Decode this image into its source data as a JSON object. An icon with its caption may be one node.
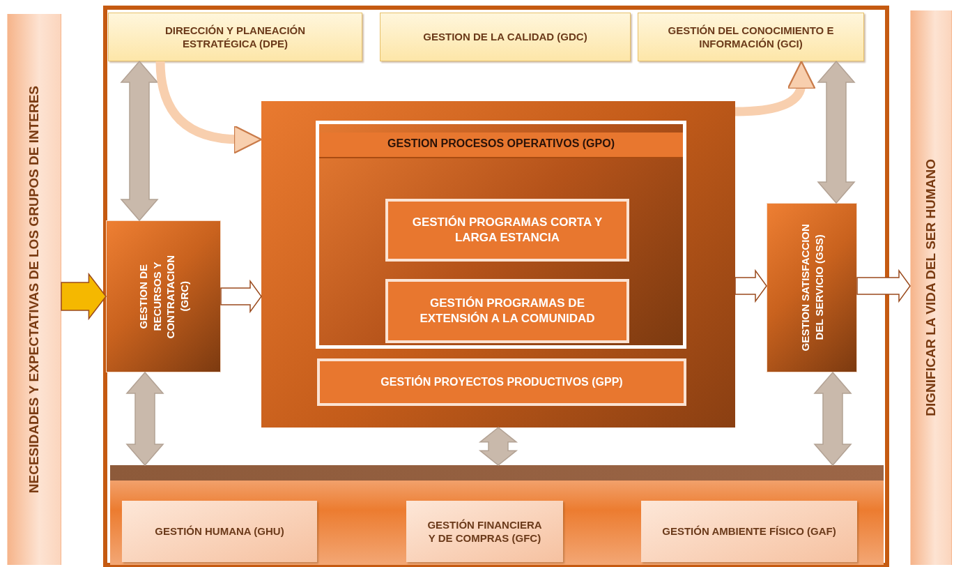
{
  "diagram": {
    "nodes": [
      {
        "text": [
          "NECESIDADES Y EXPECTATIVAS  DE LOS GRUPOS DE INTERES"
        ]
      },
      {
        "text": [],
        "shape": "box"
      },
      {
        "text": [
          "DIRECCIÓN Y PLANEACIÓN ESTRATÉGICA (DPE)"
        ],
        "in": 1
      },
      {
        "text": [
          "GESTION DE LA CALIDAD (GDC)"
        ],
        "in": 1
      },
      {
        "text": [
          "GESTIÓN DEL CONOCIMIENTO E INFORMACIÓN (GCI)"
        ],
        "in": 1
      },
      {
        "text": [
          "GESTION DE RECURSOS Y CONTRATACION (GRC)"
        ],
        "in": 1
      },
      {
        "text": [],
        "shape": "box",
        "in": 1
      },
      {
        "text": [
          "GESTION PROCESOS OPERATIVOS (GPO)"
        ],
        "in": 6
      },
      {
        "text": [
          "GESTIÓN PROGRAMAS CORTA Y LARGA ESTANCIA"
        ],
        "in": 7
      },
      {
        "text": [
          "GESTIÓN PROGRAMAS DE EXTENSIÓN A LA COMUNIDAD"
        ],
        "in": 7
      },
      {
        "text": [
          "GESTIÓN PROYECTOS PRODUCTIVOS (GPP)"
        ],
        "in": 6
      },
      {
        "text": [
          "GESTION SATISFACCION DEL SERVICIO (GSS)"
        ],
        "in": 1
      },
      {
        "text": [],
        "shape": "box",
        "in": 1
      },
      {
        "text": [
          "GESTIÓN HUMANA (GHU)"
        ],
        "in": 12
      },
      {
        "text": [
          "GESTIÓN FINANCIERA Y DE COMPRAS (GFC)"
        ],
        "in": 12
      },
      {
        "text": [
          "GESTIÓN AMBIENTE FÍSICO (GAF)"
        ],
        "in": 12
      },
      {
        "text": [
          "DIGNIFICAR LA VIDA DEL SER HUMANO"
        ]
      }
    ],
    "edges": [
      {
        "from": 0,
        "to": 5,
        "arrow": "to",
        "color": "#f5b800"
      },
      {
        "from": 5,
        "to": 6,
        "arrow": "to",
        "color": "#ffffff"
      },
      {
        "from": 6,
        "to": 11,
        "arrow": "to",
        "color": "#ffffff"
      },
      {
        "from": 11,
        "to": 16,
        "arrow": "to",
        "color": "#ffffff"
      },
      {
        "from": 2,
        "to": 5,
        "arrow": "both"
      },
      {
        "from": 4,
        "to": 11,
        "arrow": "both"
      },
      {
        "from": 5,
        "to": 12,
        "arrow": "both"
      },
      {
        "from": 11,
        "to": 12,
        "arrow": "both"
      },
      {
        "from": 6,
        "to": 12,
        "arrow": "both"
      },
      {
        "from": 2,
        "to": 6,
        "arrow": "to",
        "color": "#f8cfae"
      },
      {
        "from": 6,
        "to": 4,
        "arrow": "to",
        "color": "#f8cfae"
      }
    ]
  }
}
